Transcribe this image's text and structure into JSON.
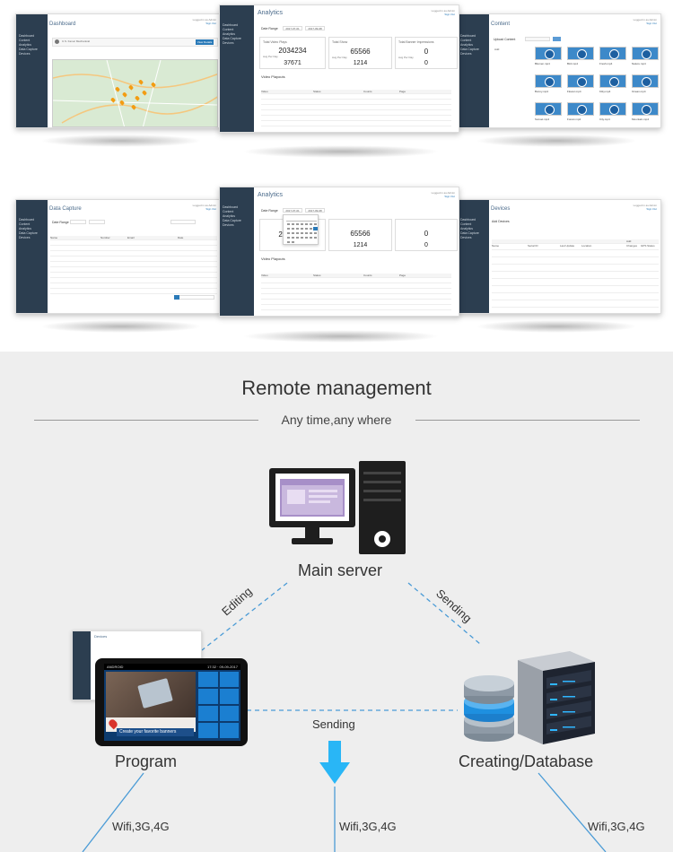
{
  "nav_items": [
    "Dashboard",
    "Content",
    "Analytics",
    "Data Capture",
    "Devices"
  ],
  "login": {
    "line1": "Logged in as Admin",
    "line2": "Sign Out"
  },
  "shots": {
    "dashboard": {
      "title": "Dashboard",
      "search_placeholder": "U.S. Fanuc Mechanical",
      "search_button": "View Details"
    },
    "analytics": {
      "title": "Analytics",
      "date_range_label": "Date Range",
      "date_from": "2017-07-01",
      "date_to": "2017-09-08",
      "cards": [
        {
          "label": "Total Video Plays",
          "value": "2034234",
          "sub": "Avg Per Day",
          "sub_value": "37671"
        },
        {
          "label": "Total Show",
          "value": "65566",
          "sub": "Avg Per Day",
          "sub_value": "1214"
        },
        {
          "label": "Total Banner Impressions",
          "value": "0",
          "sub": "Avg Per Day",
          "sub_value": "0"
        }
      ],
      "section": "Video Playouts",
      "columns": [
        "Video",
        "Status",
        "Counts",
        "Page"
      ]
    },
    "content": {
      "title": "Content",
      "upload_label": "Upload Content",
      "add_label": "Add",
      "items": [
        "Blumen.mp4",
        "Bird.mp4",
        "Fresh.mp4",
        "Nature.mp4",
        "Bunny.mp4",
        "Flower.mp4",
        "Kitty.mp4",
        "Ocean.mp4",
        "Sunset.mp4",
        "Forest.mp4",
        "City.mp4",
        "Mountain.mp4"
      ]
    },
    "capture": {
      "title": "Data Capture",
      "date_range_label": "Date Range",
      "columns": [
        "Name",
        "Number",
        "Email",
        "Date"
      ]
    },
    "devices": {
      "title": "Devices",
      "add_label": "Add Devices",
      "columns": [
        "Name",
        "Serial ID",
        "Last Update",
        "Location",
        "Add Changes",
        "GPS Status"
      ]
    }
  },
  "headline": "Remote management",
  "tagline": "Any time,any where",
  "nodes": {
    "server": "Main server",
    "program": "Program",
    "database": "Creating/Database"
  },
  "edges": {
    "editing": "Editing",
    "sending_right": "Sending",
    "sending_mid": "Sending"
  },
  "wifi": [
    "Wifi,3G,4G",
    "Wifi,3G,4G",
    "Wifi,3G,4G"
  ],
  "tablet": {
    "status_left": "ANDROID",
    "status_right": "17:32 · 09-09-2017",
    "banner": "Create your favorite banners"
  },
  "colors": {
    "sidebar": "#2c3e50",
    "accent": "#4a9bd6",
    "arrow": "#29b6f6"
  }
}
